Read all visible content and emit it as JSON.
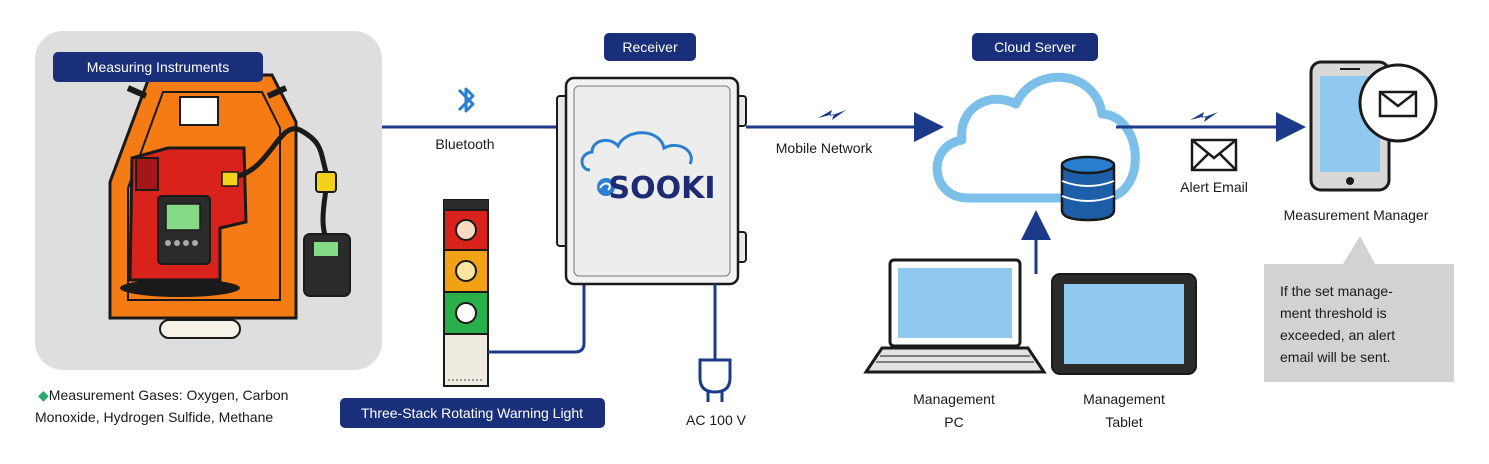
{
  "labels": {
    "measuring_instruments": "Measuring Instruments",
    "receiver": "Receiver",
    "cloud_server": "Cloud Server",
    "warning_light": "Three-Stack Rotating Warning Light",
    "bluetooth": "Bluetooth",
    "mobile_network": "Mobile Network",
    "alert_email": "Alert Email",
    "measurement_manager": "Measurement Manager",
    "ac_power": "AC 100 V",
    "management_pc": [
      "Management",
      "PC"
    ],
    "management_tablet": [
      "Management",
      "Tablet"
    ],
    "logo": "SOOKI"
  },
  "gases": {
    "bullet": "◆",
    "lines": [
      "Measurement Gases: Oxygen, Carbon",
      "Monoxide, Hydrogen Sulfide, Methane"
    ]
  },
  "callout": {
    "lines": [
      "If the set manage-",
      "ment threshold is",
      "exceeded, an alert",
      "email will be sent."
    ]
  },
  "colors": {
    "navy": "#1a2f7a",
    "line": "#1c3a8a",
    "cloud": "#7cc0ea",
    "instrument_orange": "#f57b14",
    "instrument_red": "#d9221c",
    "bullet_green": "#2aa86e",
    "panel_gray": "#dedede",
    "callout_gray": "#d2d2d2"
  },
  "icons": [
    "bluetooth-icon",
    "lightning-icon",
    "envelope-icon",
    "database-icon",
    "plug-icon",
    "laptop-icon",
    "tablet-icon",
    "smartphone-icon",
    "cloud-icon"
  ]
}
